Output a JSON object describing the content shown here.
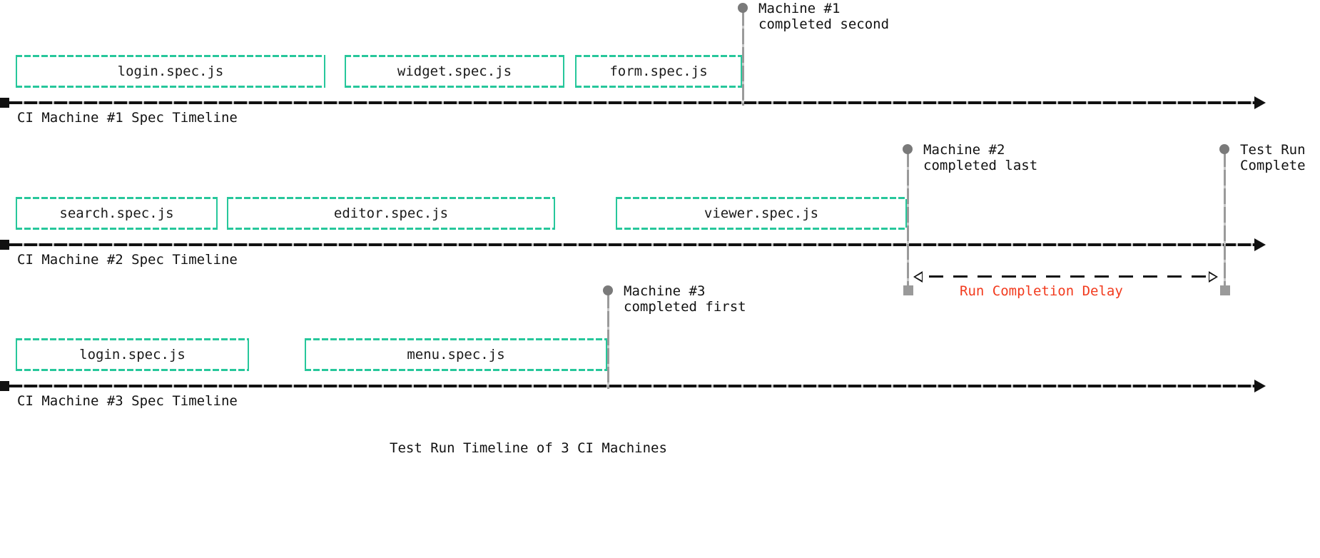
{
  "figure": {
    "title": "Test Run Timeline of 3 CI Machines",
    "accent_color": "#27c79b",
    "delay_color": "#f23a1d",
    "marker_color": "#7a7a7a",
    "axis_color": "#111111"
  },
  "rows": [
    {
      "axis_label": "CI Machine #1 Spec Timeline",
      "specs": [
        {
          "label": "login.spec.js"
        },
        {
          "label": "widget.spec.js"
        },
        {
          "label": "form.spec.js"
        }
      ]
    },
    {
      "axis_label": "CI Machine #2 Spec Timeline",
      "specs": [
        {
          "label": "search.spec.js"
        },
        {
          "label": "editor.spec.js"
        },
        {
          "label": "viewer.spec.js"
        }
      ]
    },
    {
      "axis_label": "CI Machine #3 Spec Timeline",
      "specs": [
        {
          "label": "login.spec.js"
        },
        {
          "label": "menu.spec.js"
        }
      ]
    }
  ],
  "markers": [
    {
      "line1": "Machine #1",
      "line2": "completed second"
    },
    {
      "line1": "Machine #2",
      "line2": "completed last"
    },
    {
      "line1": "Test Run",
      "line2": "Complete"
    },
    {
      "line1": "Machine #3",
      "line2": "completed first"
    }
  ],
  "delay": {
    "label": "Run Completion Delay"
  }
}
